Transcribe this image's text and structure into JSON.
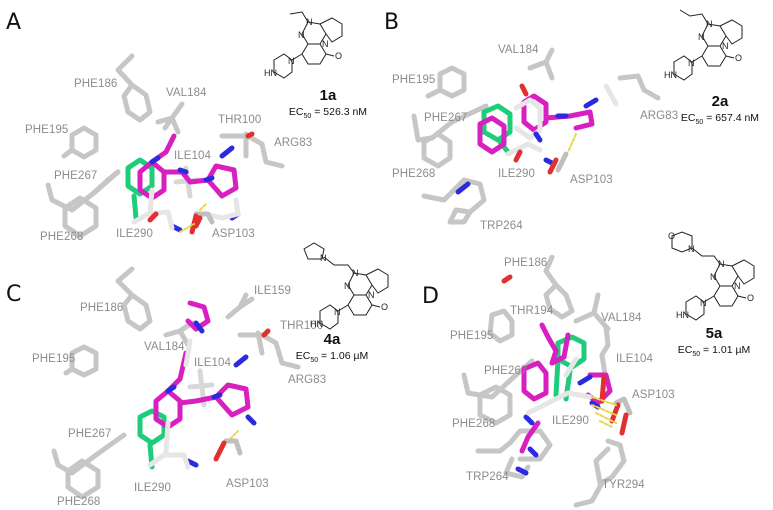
{
  "figure": {
    "panels": [
      {
        "letter": "A",
        "compound": {
          "name": "1a",
          "ec50_label": "EC",
          "ec50_sub": "50",
          "ec50_value": " = 526.3 nM",
          "n_substituent": "ethyl"
        },
        "residues": [
          "PHE186",
          "VAL184",
          "PHE195",
          "THR100",
          "ARG83",
          "ILE104",
          "PHE267",
          "PHE268",
          "ILE290",
          "ASP103"
        ]
      },
      {
        "letter": "B",
        "compound": {
          "name": "2a",
          "ec50_label": "EC",
          "ec50_sub": "50",
          "ec50_value": " = 657.4 nM",
          "n_substituent": "propyl"
        },
        "residues": [
          "VAL184",
          "PHE195",
          "PHE267",
          "ARG83",
          "PHE268",
          "ILE290",
          "ASP103",
          "TRP264"
        ]
      },
      {
        "letter": "C",
        "compound": {
          "name": "4a",
          "ec50_label": "EC",
          "ec50_sub": "50",
          "ec50_value": " = 1.06 µM",
          "n_substituent": "2-(pyrrolidin-1-yl)ethyl"
        },
        "residues": [
          "ILE159",
          "PHE186",
          "THR100",
          "VAL184",
          "ILE104",
          "PHE195",
          "ARG83",
          "PHE267",
          "ILE290",
          "ASP103",
          "PHE268"
        ]
      },
      {
        "letter": "D",
        "compound": {
          "name": "5a",
          "ec50_label": "EC",
          "ec50_sub": "50",
          "ec50_value": " = 1.01 µM",
          "n_substituent": "2-morpholinoethyl"
        },
        "residues": [
          "PHE186",
          "THR194",
          "VAL184",
          "PHE195",
          "ILE104",
          "PHE267",
          "ASP103",
          "PHE268",
          "ILE290",
          "TRP264",
          "TYR294"
        ]
      }
    ],
    "atom_labels": {
      "N": "N",
      "O": "O",
      "HN": "HN"
    },
    "colors": {
      "protein_carbon": "#c8c8c8",
      "ligand_magenta": "#d81fc0",
      "reference_green": "#1fcc7a",
      "reference_white": "#e6e6e6",
      "nitrogen": "#2a2ae0",
      "oxygen": "#e03030",
      "hbond": "#e6d84a",
      "label": "#8c8c8c"
    }
  }
}
